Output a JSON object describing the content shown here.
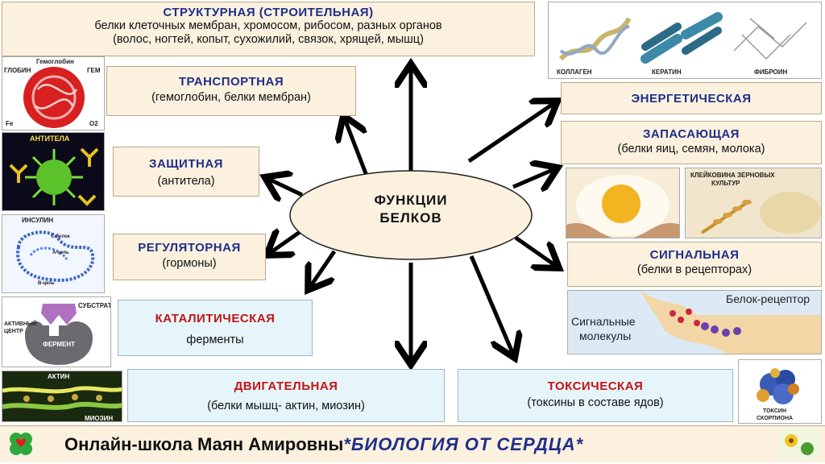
{
  "center": {
    "line1": "ФУНКЦИИ",
    "line2": "БЕЛКОВ"
  },
  "functions": {
    "structural": {
      "title": "СТРУКТУРНАЯ  (СТРОИТЕЛЬНАЯ)",
      "line1": "белки клеточных мембран, хромосом, рибосом, разных органов",
      "line2": "(волос, ногтей, копыт, сухожилий, связок,  хрящей, мышц)"
    },
    "transport": {
      "title": "ТРАНСПОРТНАЯ",
      "desc": "(гемоглобин, белки мембран)"
    },
    "protective": {
      "title": "ЗАЩИТНАЯ",
      "desc": "(антитела)"
    },
    "regulatory": {
      "title": "РЕГУЛЯТОРНАЯ",
      "desc": "(гормоны)"
    },
    "catalytic": {
      "title": "КАТАЛИТИЧЕСКАЯ",
      "desc": "ферменты"
    },
    "motor": {
      "title": "ДВИГАТЕЛЬНАЯ",
      "desc": "(белки мышц- актин, миозин)"
    },
    "toxic": {
      "title": "ТОКСИЧЕСКАЯ",
      "desc": "(токсины в составе ядов)"
    },
    "energy": {
      "title": "ЭНЕРГЕТИЧЕСКАЯ"
    },
    "storage": {
      "title": "ЗАПАСАЮЩАЯ",
      "desc": "(белки яиц, семян, молока)"
    },
    "signal": {
      "title": "СИГНАЛЬНАЯ",
      "desc": "(белки в рецепторах)"
    }
  },
  "images": {
    "fibrous": {
      "collagen": "КОЛЛАГЕН",
      "keratin": "КЕРАТИН",
      "fibroin": "ФИБРОИН"
    },
    "hemoglobin": {
      "title": "Гемоглобин",
      "globin": "ГЛОБИН",
      "gem": "ГЕМ",
      "fe": "Fe",
      "o2": "O2"
    },
    "antibody": {
      "title": "АНТИТЕЛА"
    },
    "insulin": {
      "title": "ИНСУЛИН",
      "b_chain_top": "С-белок",
      "a_chain": "А-цепь",
      "b_chain": "В-цепь"
    },
    "enzyme": {
      "substrate": "СУБСТРАТ",
      "active": "АКТИВНЫЙ",
      "center": "ЦЕНТР",
      "label": "ФЕРМЕНТ"
    },
    "actin": {
      "actin": "АКТИН",
      "myosin": "МИОЗИН"
    },
    "gluten": {
      "line1": "КЛЕЙКОВИНА ЗЕРНОВЫХ",
      "line2": "КУЛЬТУР"
    },
    "receptor": {
      "receptor": "Белок-рецептор",
      "mol1": "Сигнальные",
      "mol2": "молекулы"
    },
    "scorpion": {
      "line1": "ТОКСИН",
      "line2": "СКОРПИОНА"
    }
  },
  "footer": {
    "school": "Онлайн-школа Маян Амировны",
    "brand": "*БИОЛОГИЯ ОТ СЕРДЦА*"
  },
  "colors": {
    "title_navy": "#1f2f8a",
    "title_red": "#c41414",
    "box_cream": "#fbf1de",
    "box_blue": "#e6f5fa"
  }
}
